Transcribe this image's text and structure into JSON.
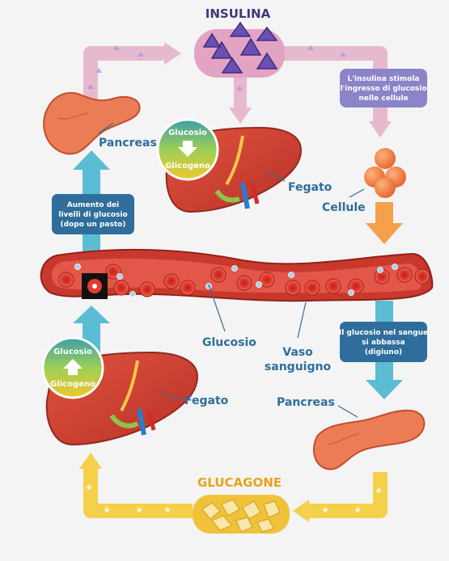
{
  "titles": {
    "insulin": "INSULINA",
    "glucagon": "GLUCAGONE"
  },
  "labels": {
    "pancreas_top": "Pancreas",
    "liver_top": "Fegato",
    "cells": "Cellule",
    "glucose": "Glucosio",
    "vessel_line1": "Vaso",
    "vessel_line2": "sanguigno",
    "pancreas_bottom": "Pancreas",
    "liver_bottom": "Fegato"
  },
  "boxes": {
    "insulin_effect": [
      "L'insulina stimola",
      "l'ingresso di glucosio",
      "nelle cellule"
    ],
    "glucose_rise": [
      "Aumento dei",
      "livelli di glucosio",
      "(dopo un pasto)"
    ],
    "glucose_fall": [
      "Il glucosio nel sangue",
      "si abbassa",
      "(digiuno)"
    ]
  },
  "badges": {
    "top": {
      "line1": "Glucosio",
      "line2": "Glicogeno",
      "arrow": "down"
    },
    "bottom": {
      "line1": "Glucosio",
      "line2": "Glicogeno",
      "arrow": "up"
    }
  },
  "colors": {
    "insulin_path": "#e7b9cf",
    "glucagon_path": "#f5d04a",
    "blue_arrow": "#5bbdd3",
    "orange_arrow": "#f5a04b",
    "vessel": "#c9382c",
    "label_text": "#2f6e9c",
    "insulin_title": "#3e3a78",
    "glucagon_title": "#e3a41c",
    "box_blue": "#2f6e9c",
    "box_purple": "#8b84c8"
  }
}
